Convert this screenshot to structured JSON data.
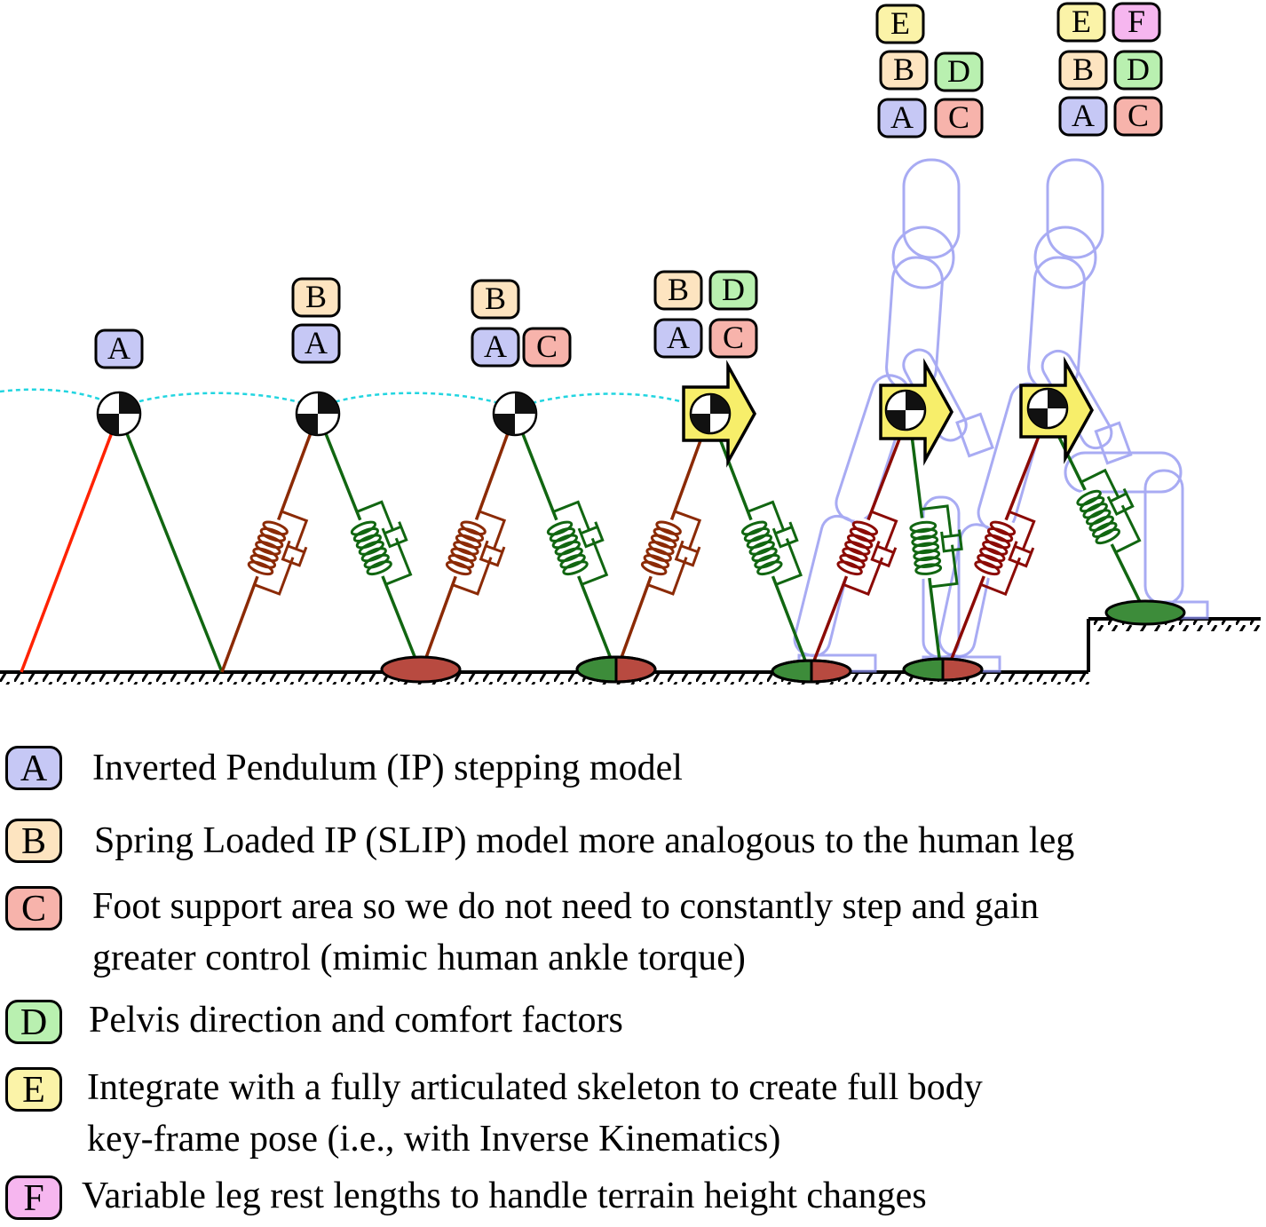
{
  "colors": {
    "A": "#c6c8f5",
    "B": "#fde4c0",
    "C": "#f7b3ab",
    "D": "#b9f0b0",
    "E": "#fbf3a8",
    "F": "#f6b6ef",
    "ground": "#000000",
    "trajectory": "#22d5e0",
    "swing_leg_ip": "#ff2200",
    "stance_leg": "#116611",
    "swing_leg": "#8b2a05",
    "foot_red": "#b84a40",
    "foot_green": "#3d8c3a",
    "skeleton": "#8b8ff0",
    "pelvis_arrow": "#f7ee6a"
  },
  "badge_letters": {
    "A": "A",
    "B": "B",
    "C": "C",
    "D": "D",
    "E": "E",
    "F": "F"
  },
  "legend": [
    {
      "key": "A",
      "lines": [
        "Inverted Pendulum (IP) stepping model"
      ]
    },
    {
      "key": "B",
      "lines": [
        "Spring Loaded IP (SLIP) model more analogous to the human leg"
      ]
    },
    {
      "key": "C",
      "lines": [
        "Foot support area so we do not need to constantly step and gain",
        "greater control (mimic human ankle torque)"
      ]
    },
    {
      "key": "D",
      "lines": [
        "Pelvis direction and comfort factors"
      ]
    },
    {
      "key": "E",
      "lines": [
        "Integrate with a fully articulated skeleton to create full body",
        "key-frame pose (i.e., with Inverse Kinematics)"
      ]
    },
    {
      "key": "F",
      "lines": [
        "Variable leg rest lengths to handle terrain height changes"
      ]
    }
  ]
}
